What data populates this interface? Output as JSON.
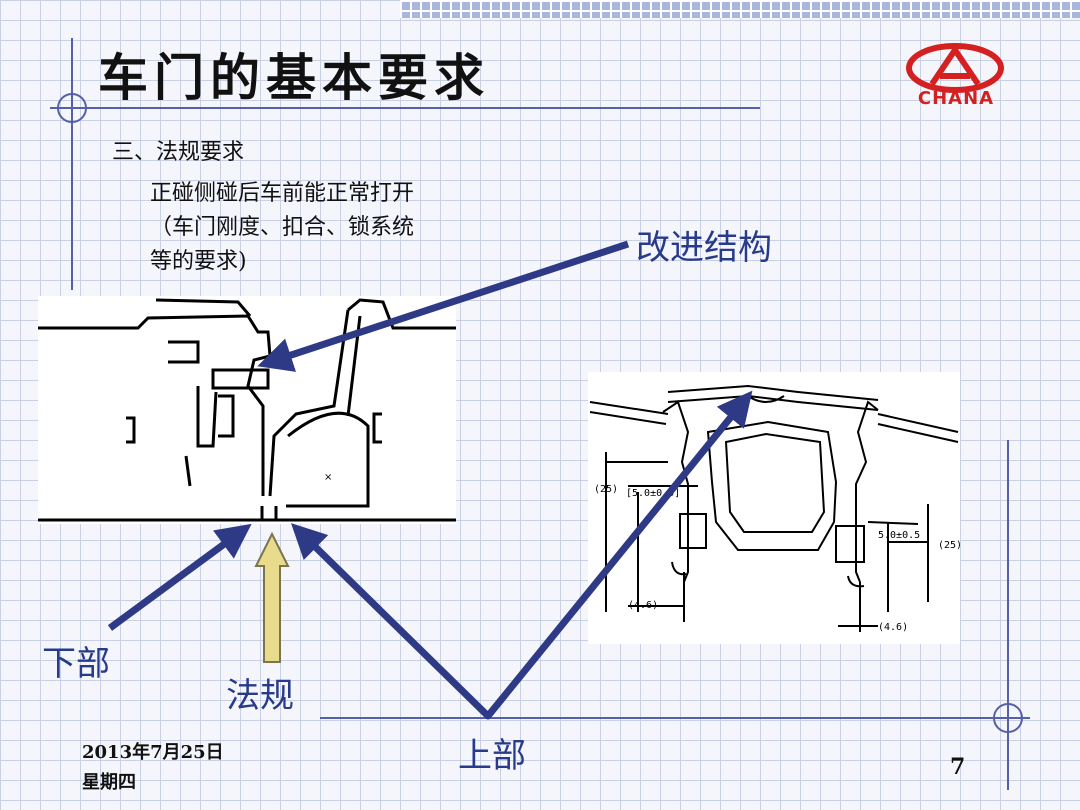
{
  "slide": {
    "title": "车门的基本要求",
    "section": "三、法规要求",
    "body_lines": "正碰侧碰后车前能正常打开\n（车门刚度、扣合、锁系统\n等的要求)",
    "logo_text": "CHANA",
    "page_number": "7",
    "date_line1": "2013年7月25日",
    "date_line2": "星期四"
  },
  "labels": {
    "improve": "改进结构",
    "lower": "下部",
    "regulation": "法规",
    "upper": "上部"
  },
  "drawing_right": {
    "dims": [
      "(25)",
      "[5.0±0.5]",
      "5.0±0.5",
      "(25)",
      "(4.6)",
      "(4.6)"
    ]
  },
  "colors": {
    "arrow_blue": "#2f3a86",
    "arrow_yellow": "#e8dc8c",
    "logo_red": "#d42020",
    "label_blue": "#283a8a"
  }
}
